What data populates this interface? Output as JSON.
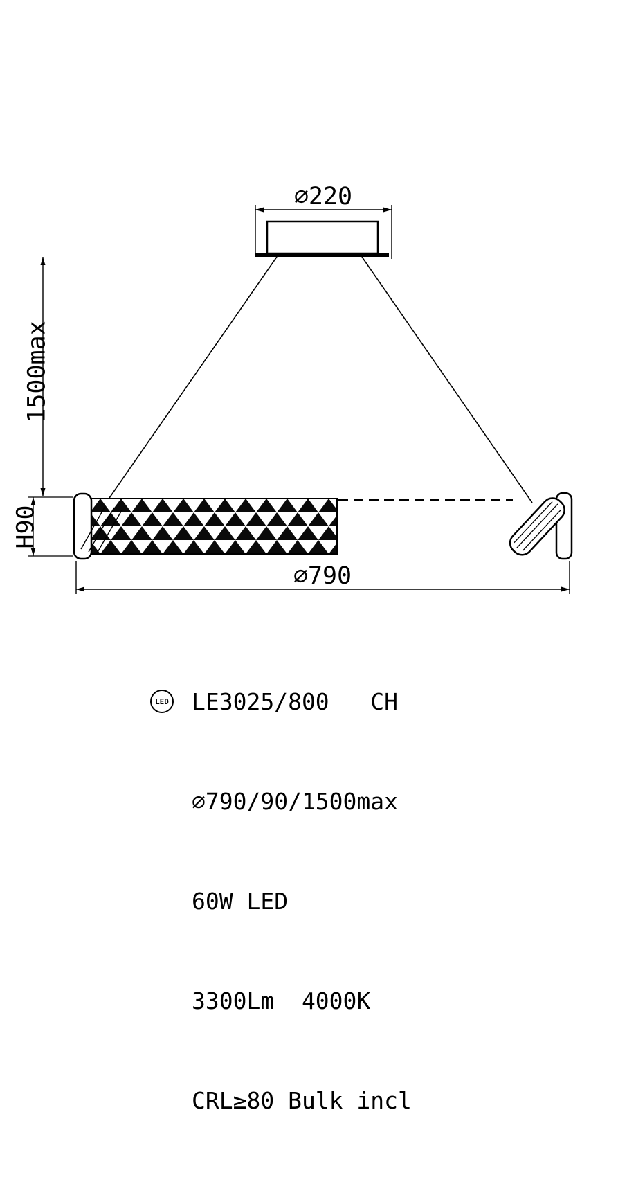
{
  "dimensions": {
    "canopy_diameter": "⌀220",
    "drop_height": "1500max",
    "ring_height": "H90",
    "ring_diameter": "⌀790"
  },
  "specs": {
    "line1": "LE3025/800   CH",
    "line2": "⌀790/90/1500max",
    "line3": "60W LED",
    "line4": "3300Lm  4000K",
    "line5": "CRL≥80 Bulk incl",
    "led_badge": "LED"
  },
  "colors": {
    "ink": "#000000",
    "background": "#ffffff"
  }
}
